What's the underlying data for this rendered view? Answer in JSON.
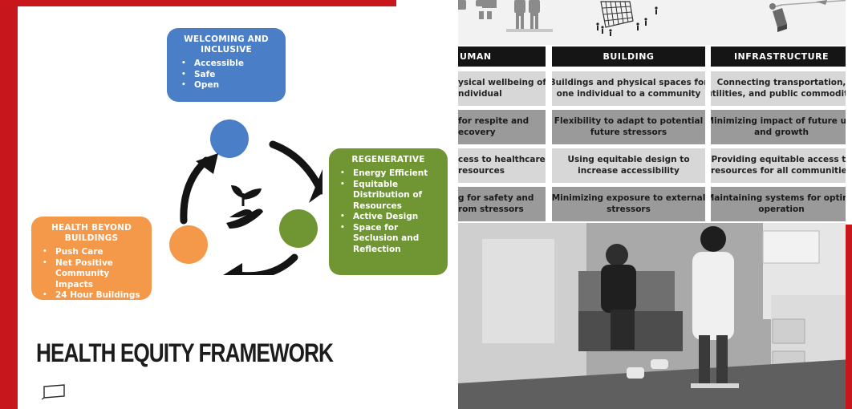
{
  "left_slide": {
    "welcoming": {
      "title": "WELCOMING AND INCLUSIVE",
      "items": [
        "Accessible",
        "Safe",
        "Open"
      ]
    },
    "regenerative": {
      "title": "REGENERATIVE",
      "items": [
        "Energy Efficient",
        "Equitable Distribution of Resources",
        "Active Design",
        "Space for Seclusion and Reflection"
      ]
    },
    "health_beyond": {
      "title": "HEALTH BEYOND BUILDINGS",
      "items": [
        "Push Care",
        "Net Positive Community Impacts",
        "24 Hour Buildings"
      ]
    },
    "framework_title": "HEALTH EQUITY FRAMEWORK",
    "colors": {
      "brand_red": "#c8161d",
      "blue": "#4a7ec6",
      "green": "#6f9632",
      "orange": "#f4984a"
    },
    "icons": [
      "cycle-arrows-icon",
      "hands-plant-icon",
      "logo-mark-icon"
    ]
  },
  "right_slide": {
    "headers": [
      "UMAN",
      "BUILDING",
      "INFRASTRUCTURE"
    ],
    "rows": [
      [
        "ysical wellbeing of\nndividual",
        "Buildings and physical spaces for\none individual to a community",
        "Connecting transportation,\nutilities, and public commoditie"
      ],
      [
        "for respite and\necovery",
        "Flexibility to adapt to potential\nfuture stressors",
        "Minimizing impact of future use\nand growth"
      ],
      [
        "cess to healthcare\nresources",
        "Using equitable design to\nincrease accessibility",
        "Providing equitable access to\nresources for all communities"
      ],
      [
        "g for safety and\nrom stressors",
        "Minimizing exposure to external\nstressors",
        "Maintaining systems for optima\noperation"
      ]
    ],
    "icons": [
      "people-icon",
      "building-people-icon",
      "infrastructure-icon"
    ]
  }
}
